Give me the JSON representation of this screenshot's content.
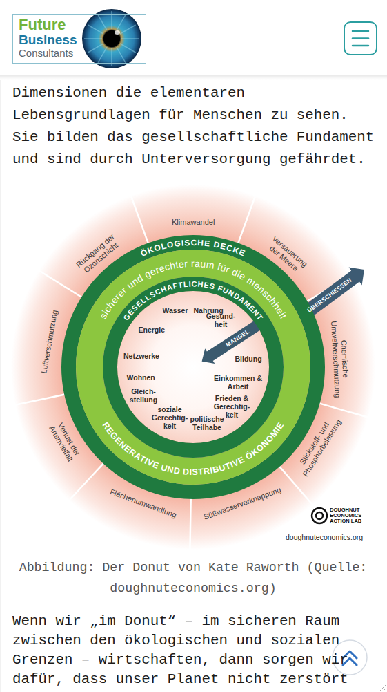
{
  "diagram": {
    "caption": "Abbildung: Der Donut von Kate Raworth (Quelle: doughnuteconomics.org)",
    "nodes": [
      {
        "text": [
          "Future",
          "Business",
          "Consultants"
        ]
      },
      {
        "text": [
          "ÖKOLOGISCHE DECKE"
        ]
      },
      {
        "text": [
          "sicherer und gerechter raum für die menschheit",
          "REGENERATIVE UND DISTRIBUTIVE ÖKONOMIE"
        ],
        "in": 1
      },
      {
        "text": [
          "GESELLSCHAFTLICHES FUNDAMENT"
        ],
        "in": 2
      }
    ],
    "labels": [
      "Dimensionen die elementaren Lebensgrundlagen für Menschen zu sehen. Sie bilden das gesellschaftliche Fundament und sind durch Unterversorgung gefährdet.",
      "Klimawandel",
      "Versauerung der Meere",
      "ÜBERSCHIESSEN",
      "Chemische Umweltverschmutzung",
      "Stickstoff- und Phosphorbelastung",
      "Süßwasserverknappung",
      "Flächenumwandlung",
      "Verlust der Artenvielfalt",
      "Luftverschmutzung",
      "Rückgang der Ozonschicht",
      "Wasser",
      "Nahrung",
      "Gesund- heit",
      "MANGEL",
      "Bildung",
      "Einkommen & Arbeit",
      "Frieden & Gerechtig- keit",
      "politische Teilhabe",
      "soziale Gerechtig- keit",
      "Gleich- stellung",
      "Wohnen",
      "Netzwerke",
      "Energie",
      "DOUGHNUT ECONOMICS ACTION LAB",
      "doughnuteconomics.org",
      "Wenn wir „im Donut“ – im sicheren Raum zwischen den ökologischen und sozialen Grenzen – wirtschaften, dann sorgen wir dafür, dass unser Planet nicht zerstört"
    ]
  }
}
